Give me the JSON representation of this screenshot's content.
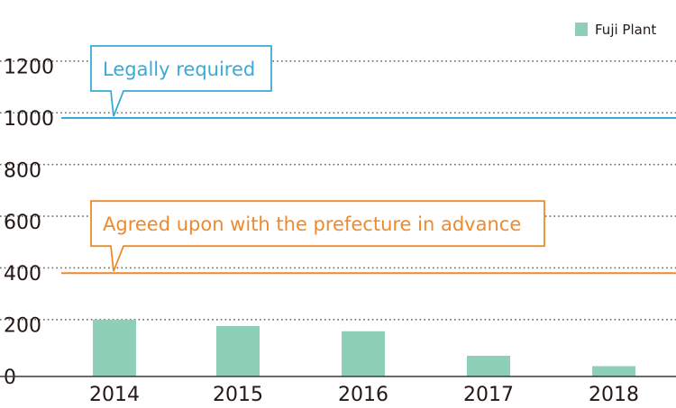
{
  "chart_data": {
    "type": "bar",
    "categories": [
      "2014",
      "2015",
      "2016",
      "2017",
      "2018"
    ],
    "series": [
      {
        "name": "Fuji Plant",
        "color": "#8ecfb8",
        "values": [
          220,
          195,
          175,
          80,
          40
        ]
      }
    ],
    "ylim": [
      0,
      1200
    ],
    "yticks": [
      0,
      200,
      400,
      600,
      800,
      1000,
      1200
    ],
    "grid": "dotted horizontal",
    "legend": "top-right",
    "reference_lines": [
      {
        "label": "Legally required",
        "value": 1000,
        "color": "#3aaad8"
      },
      {
        "label": "Agreed upon with the prefecture in advance",
        "value": 400,
        "color": "#ee8a2c"
      }
    ]
  }
}
